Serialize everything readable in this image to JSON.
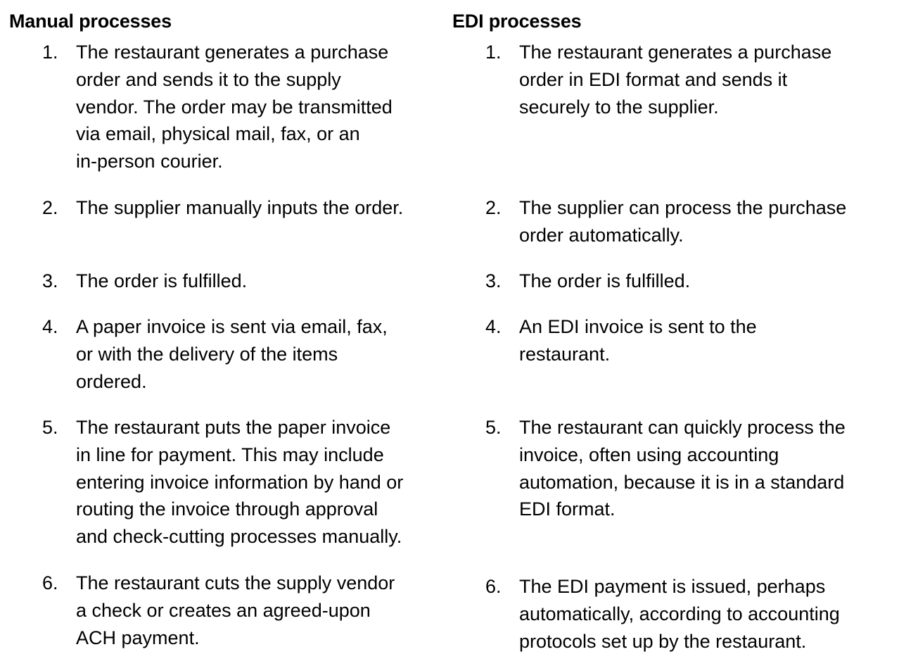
{
  "manual": {
    "heading": "Manual processes",
    "steps": [
      {
        "num": "1.",
        "lines": [
          "The restaurant generates a purchase",
          "order and sends it to the supply",
          "vendor. The order may be transmitted",
          "via email, physical mail, fax, or an",
          "in-person courier."
        ],
        "text": "The restaurant generates a purchase order and sends it to the supply vendor. The order may be transmitted via email, physical mail, fax, or an in-person courier."
      },
      {
        "num": "2.",
        "lines": [
          "The supplier manually inputs the order."
        ],
        "text": "The supplier manually inputs the order."
      },
      {
        "num": "3.",
        "lines": [
          "The order is fulfilled."
        ],
        "text": "The order is fulfilled."
      },
      {
        "num": "4.",
        "lines": [
          "A paper invoice is sent via email, fax,",
          "or with the delivery of the items",
          "ordered."
        ],
        "text": "A paper invoice is sent via email, fax, or with the delivery of the items ordered."
      },
      {
        "num": "5.",
        "lines": [
          "The restaurant puts the paper invoice",
          "in line for payment. This may include",
          "entering invoice information by hand or",
          "routing the invoice through approval",
          "and check-cutting processes manually."
        ],
        "text": "The restaurant puts the paper invoice in line for payment. This may include entering invoice information by hand or routing the invoice through approval and check-cutting processes manually."
      },
      {
        "num": "6.",
        "lines": [
          "The restaurant cuts the supply vendor",
          "a check or creates an agreed-upon",
          "ACH payment."
        ],
        "text": "The restaurant cuts the supply vendor a check or creates an agreed-upon ACH payment."
      }
    ]
  },
  "edi": {
    "heading": "EDI processes",
    "steps": [
      {
        "num": "1.",
        "lines": [
          "The restaurant generates a purchase",
          "order in EDI format and sends it",
          "securely to the supplier."
        ],
        "text": "The restaurant generates a purchase order in EDI format and sends it securely to the supplier."
      },
      {
        "num": "2.",
        "lines": [
          "The supplier can process the purchase",
          "order automatically."
        ],
        "text": "The supplier can process the purchase order automatically."
      },
      {
        "num": "3.",
        "lines": [
          "The order is fulfilled."
        ],
        "text": "The order is fulfilled."
      },
      {
        "num": "4.",
        "lines": [
          "An EDI invoice is sent to the",
          "restaurant."
        ],
        "text": "An EDI invoice is sent to the restaurant."
      },
      {
        "num": "5.",
        "lines": [
          "The restaurant can quickly process the",
          "invoice, often using accounting",
          "automation, because it is in a standard",
          "EDI format."
        ],
        "text": "The restaurant can quickly process the invoice, often using accounting automation, because it is in a standard EDI format."
      },
      {
        "num": "6.",
        "lines": [
          "The EDI payment is issued, perhaps",
          "automatically, according to accounting",
          "protocols set up by the restaurant."
        ],
        "text": "The EDI payment is issued, perhaps automatically, according to accounting protocols set up by the restaurant."
      }
    ]
  }
}
